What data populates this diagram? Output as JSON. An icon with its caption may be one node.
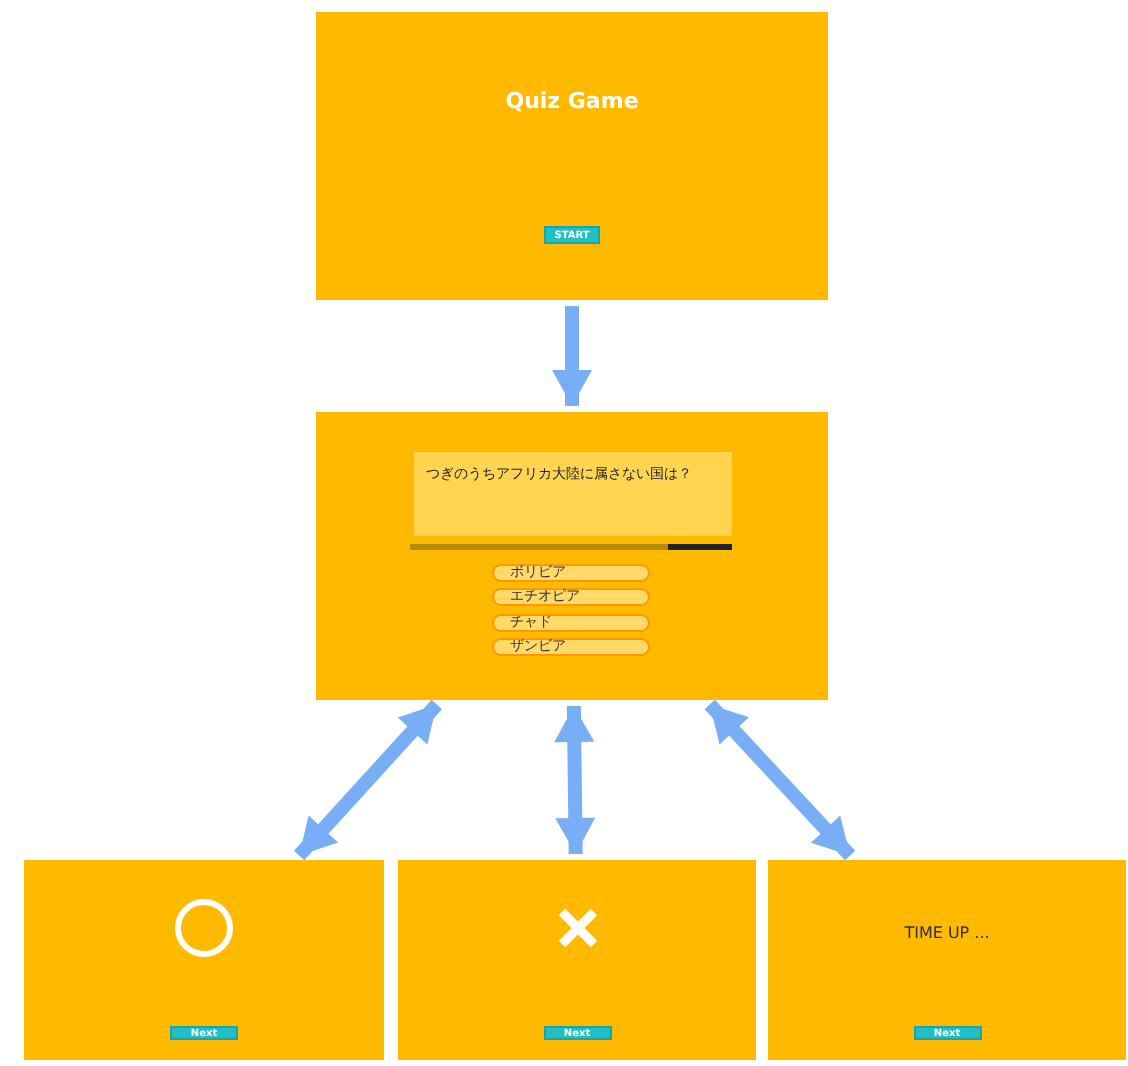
{
  "diagram": {
    "nodes": [
      {
        "text": [
          "Quiz Game",
          "START"
        ]
      },
      {
        "text": [
          "つぎのうちアフリカ大陸に属さない国は？",
          "ボリビア",
          "エチオピア",
          "チャド",
          "ザンビア"
        ]
      },
      {
        "text": [
          "Next"
        ]
      },
      {
        "text": [
          "Next"
        ]
      },
      {
        "text": [
          "TIME UP ...",
          "Next"
        ]
      }
    ],
    "edges": [
      {
        "from": 0,
        "to": 1,
        "arrow": "to"
      },
      {
        "from": 1,
        "to": 2,
        "arrow": "both"
      },
      {
        "from": 1,
        "to": 3,
        "arrow": "both"
      },
      {
        "from": 1,
        "to": 4,
        "arrow": "both"
      }
    ]
  }
}
